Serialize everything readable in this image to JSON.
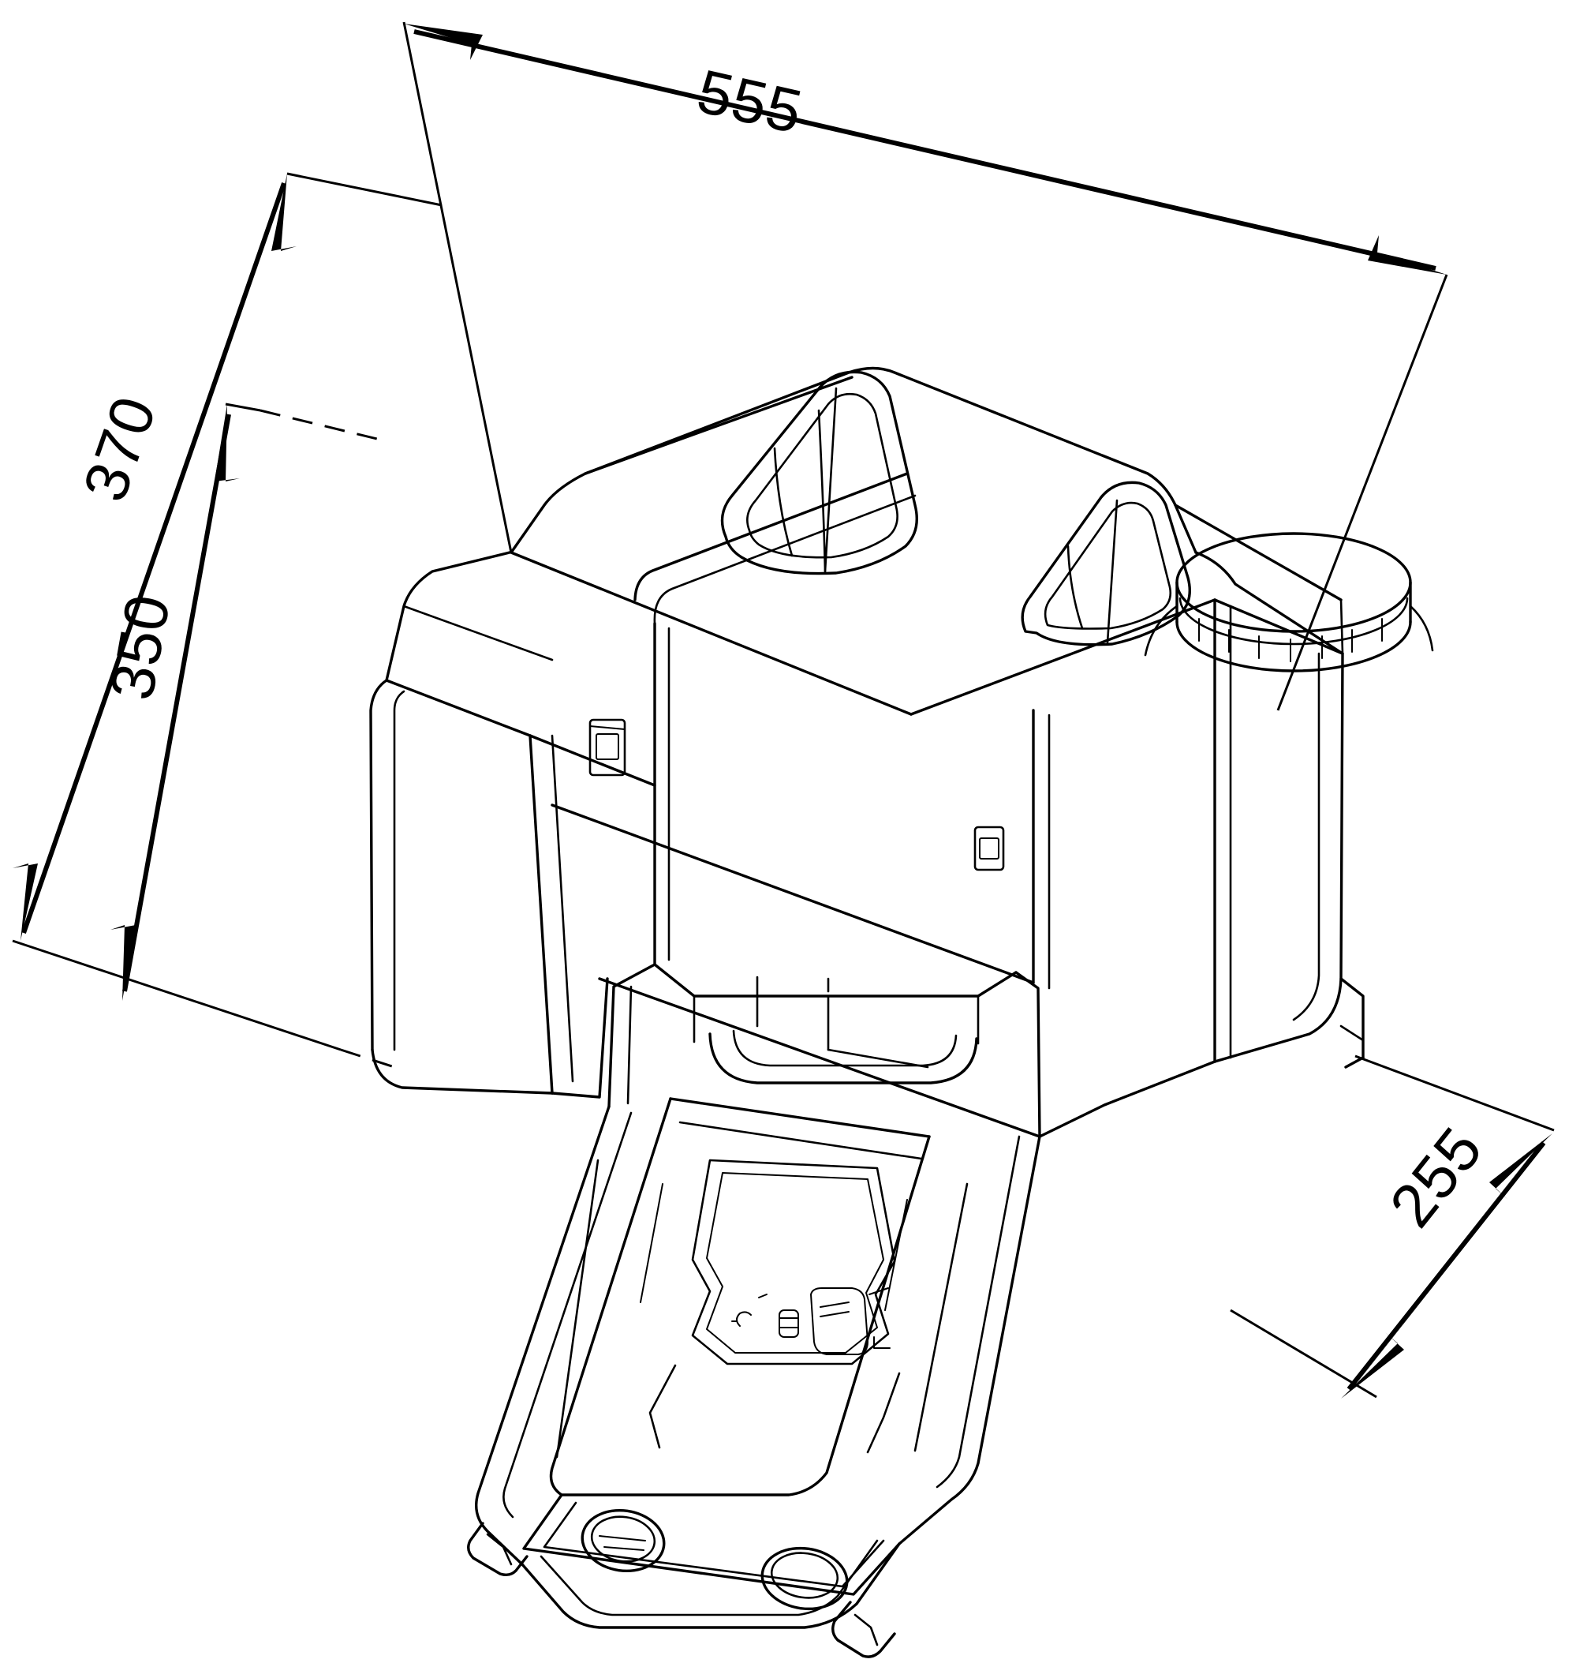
{
  "drawing": {
    "type": "technical-line-drawing",
    "view": "isometric",
    "subject": "portable-tank-container-with-fold-down-tray",
    "line_color": "#000000",
    "background_color": "#ffffff",
    "units_note": "mm"
  },
  "dimensions": {
    "width": {
      "label": "555",
      "name": "overall-width",
      "rotation_deg": 0
    },
    "height_total": {
      "label": "370",
      "name": "overall-height",
      "rotation_deg": -90
    },
    "height_body": {
      "label": "350",
      "name": "body-height",
      "rotation_deg": -90
    },
    "depth": {
      "label": "255",
      "name": "overall-depth",
      "rotation_deg": -62
    }
  },
  "features": {
    "handles": [
      "handle-front",
      "handle-rear"
    ],
    "cap": "screw-cap-ribbed",
    "latches": [
      "latch-upper-left",
      "latch-lower-right"
    ],
    "tray": "fold-down-tray",
    "tray_holes": [
      "tray-hole-left",
      "tray-hole-right"
    ]
  }
}
